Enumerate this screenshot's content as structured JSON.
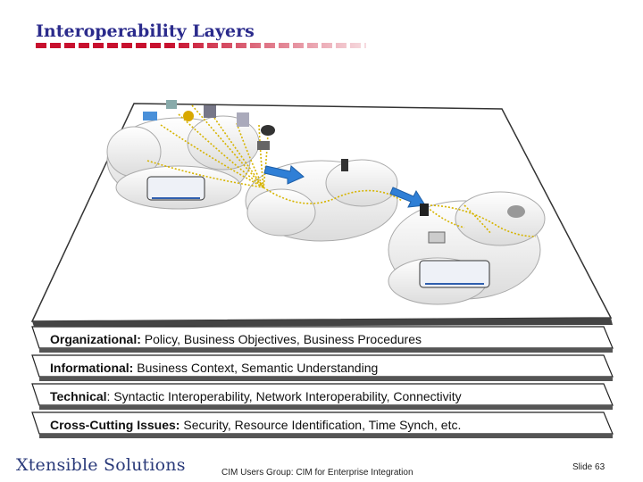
{
  "slide": {
    "title": "Interoperability Layers",
    "footer_logo": "Xtensible Solutions",
    "footer_center": "CIM Users Group: CIM for Enterprise Integration",
    "slide_label": "Slide 63"
  },
  "layers": [
    {
      "bold": "Organizational:",
      "text": " Policy, Business Objectives, Business Procedures"
    },
    {
      "bold": "Informational:",
      "text": " Business Context, Semantic Understanding"
    },
    {
      "bold": "Technical",
      "text": ": Syntactic Interoperability, Network Interoperability, Connectivity"
    },
    {
      "bold": "Cross-Cutting Issues:",
      "text": " Security, Resource Identification, Time Synch, etc."
    }
  ],
  "colors": {
    "title": "#2b2b8c",
    "accent": "#c8102e",
    "arrow": "#2f7fd6",
    "link": "#d6b400"
  }
}
